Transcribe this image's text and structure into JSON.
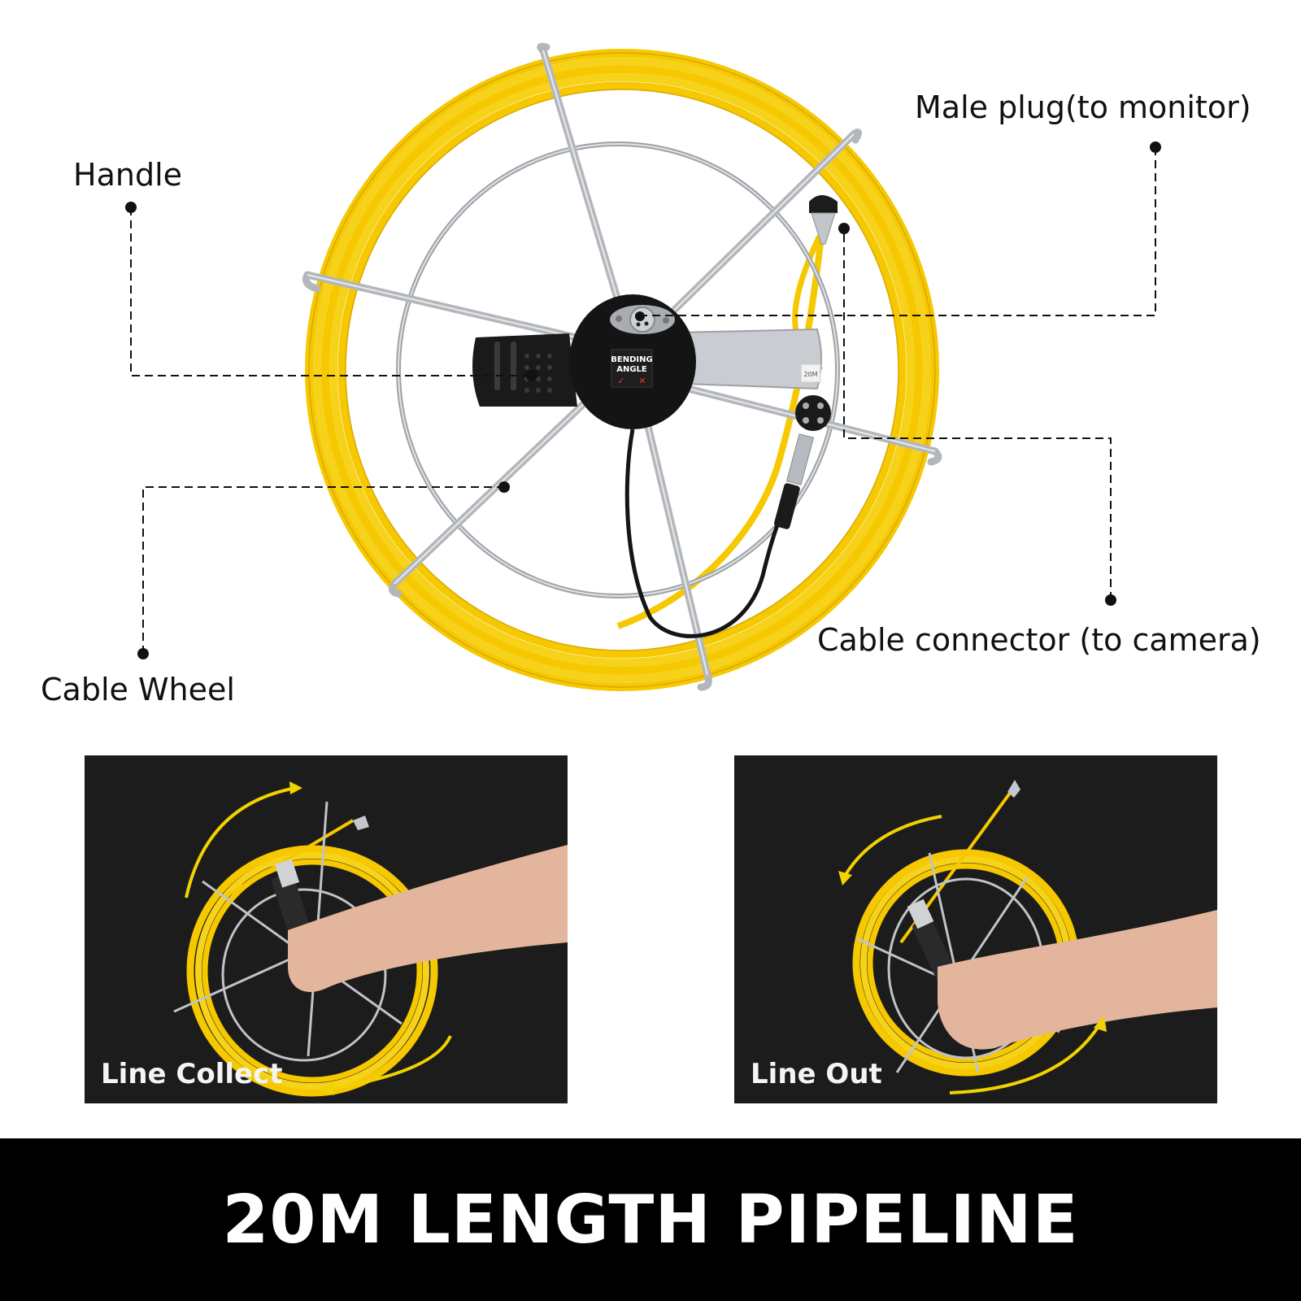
{
  "product": {
    "colors": {
      "cable_yellow": "#f5c800",
      "frame_steel": "#b9bcc0",
      "hub_black": "#141414",
      "panel_bg": "#1c1c1c",
      "banner_bg": "#000000",
      "arrow_yellow": "#f2d200"
    },
    "hub": {
      "sticker_line1": "BENDING",
      "sticker_line2": "ANGLE"
    },
    "cable_tag": "20M"
  },
  "callouts": [
    {
      "id": "handle",
      "label": "Handle"
    },
    {
      "id": "male-plug",
      "label": "Male plug(to monitor)"
    },
    {
      "id": "cable-wheel",
      "label": "Cable Wheel"
    },
    {
      "id": "cable-connector",
      "label": "Cable connector (to camera)"
    }
  ],
  "panels": [
    {
      "id": "line-collect",
      "label": "Line Collect",
      "arrow_direction": "clockwise"
    },
    {
      "id": "line-out",
      "label": "Line Out",
      "arrow_direction": "counter-clockwise"
    }
  ],
  "banner": {
    "title": "20M LENGTH PIPELINE"
  }
}
